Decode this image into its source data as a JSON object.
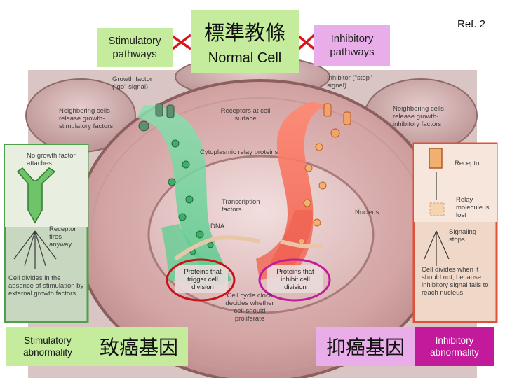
{
  "reference": "Ref. 2",
  "stimulatory": {
    "pathways_title": "Stimulatory pathways",
    "growth_factor": "Growth factor (\"go\" signal)",
    "neighboring": "Neighboring cells release growth-stimulatory factors",
    "abnormality": "Stimulatory abnormality",
    "gene_label": "致癌基因",
    "inset_no_factor": "No growth factor attaches",
    "inset_receptor": "Receptor fires anyway",
    "inset_divides": "Cell divides in the absence of stimulation by external growth factors"
  },
  "normal": {
    "title_chinese": "標準教條",
    "title_english": "Normal Cell"
  },
  "inhibitory": {
    "pathways_title": "Inhibitory pathways",
    "inhibitor": "Inhibitor (\"stop\" signal)",
    "neighboring": "Neighboring cells release growth-inhibitory factors",
    "abnormality": "Inhibitory abnormality",
    "gene_label": "抑癌基因",
    "inset_receptor": "Receptor",
    "inset_relay": "Relay molecule is lost",
    "inset_signaling": "Signaling stops",
    "inset_divides": "Cell divides when it should not, because inhibitory signal fails to reach nucleus"
  },
  "cell": {
    "receptors": "Receptors at cell surface",
    "cytoplasmic": "Cytoplasmic relay proteins",
    "transcription": "Transcription factors",
    "nucleus": "Nucleus",
    "dna": "DNA",
    "trigger": "Proteins that trigger cell division",
    "inhibit": "Proteins that inhibit cell division",
    "clock": "Cell cycle clock decides whether cell should proliferate"
  },
  "colors": {
    "green_box": "#c4ec9c",
    "pink_box": "#e9aee9",
    "connector_red": "#d8161e",
    "stimulatory_arrow": "#6fd39a",
    "inhibitory_arrow": "#f3705d",
    "circle_red": "#c8111a",
    "circle_magenta": "#c21a9a"
  }
}
